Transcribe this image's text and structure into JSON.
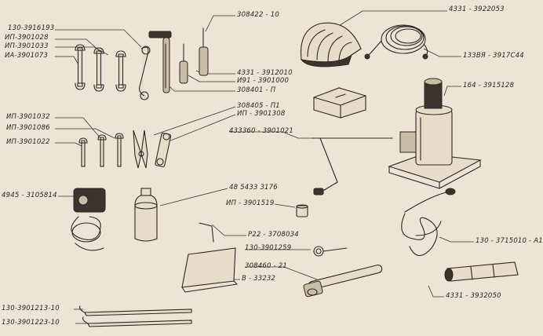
{
  "labels": {
    "l_3916193": "130-3916193",
    "l_3901028": "ИП-3901028",
    "l_3901033": "ИП-3901033",
    "l_3901073": "ИА-3901073",
    "l_308422": "308422 - 10",
    "l_3922053": "4331 - 3922053",
    "l_3917044": "133ВЯ - 3917С44",
    "l_3912010": "4331 - 3912010",
    "l_3901000": "И91 - 3901000",
    "l_308401": "308401 - П",
    "l_3915128": "164 - 3915128",
    "l_308405": "308405 - П1",
    "l_3901308": "ИП - 3901308",
    "l_3901032": "ИП-3901032",
    "l_3901086": "ИП-3901086",
    "l_3901022": "ИП-3901022",
    "l_3901021": "433360 - 3901021",
    "l_3105814": "4945 - 3105814",
    "l_3176": "48 5433 3176",
    "l_3901519": "ИП - 3901519",
    "l_3708034": "Р22 - 3708034",
    "l_3901259": "130-3901259",
    "l_3715010": "130 - 3715010 - А1",
    "l_308460": "308460 - 21",
    "l_33232": "В - 33232",
    "l_3932050": "4331 - 3932050",
    "l_3901213": "130-3901213-10",
    "l_3901223": "130-3901223-10"
  }
}
